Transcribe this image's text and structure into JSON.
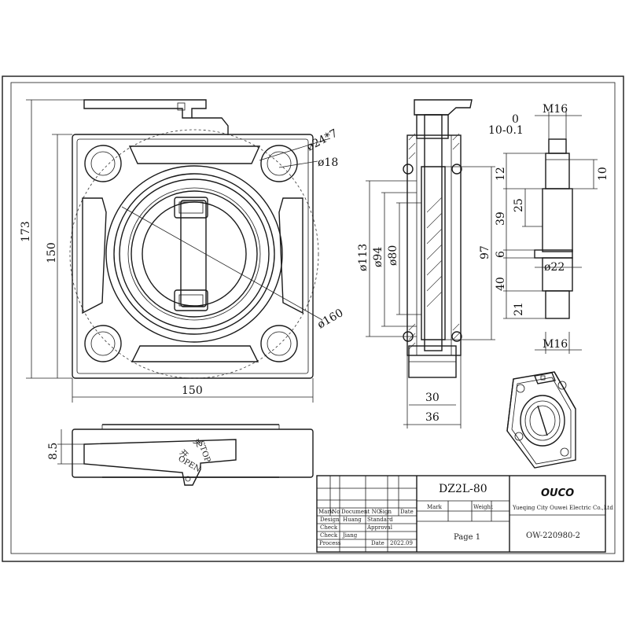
{
  "dimensions": {
    "front_height_overall": "173",
    "front_height_inner": "150",
    "front_width": "150",
    "bolt_holes": "ø24*7",
    "hole_dia": "ø18",
    "pcd": "ø160",
    "side_d113": "ø113",
    "side_d94": "ø94",
    "side_d80": "ø80",
    "side_height": "97",
    "side_width_30": "30",
    "side_width_36": "36",
    "bottom_height": "8.5",
    "shaft_tol_top": "0",
    "shaft_tol_bottom": "10-0.1",
    "shaft_thread_top": "M16",
    "shaft_thread_bottom": "M16",
    "shaft_10": "10",
    "shaft_12": "12",
    "shaft_25": "25",
    "shaft_39": "39",
    "shaft_6": "6",
    "shaft_d22": "ø22",
    "shaft_40": "40",
    "shaft_21": "21"
  },
  "handle_labels": {
    "open_cn": "开",
    "open_en": "OPEN",
    "stop_cn": "关",
    "stop_en": "STOP"
  },
  "title_block": {
    "model": "DZ2L-80",
    "company_logo": "OUCO",
    "company_name": "Yueqing City Ouwei Electric Co.,Ltd",
    "drawing_no": "OW-220980-2",
    "page": "Page  1",
    "mark_label": "Mark",
    "weight_label": "Weight",
    "header_mark": "Mark",
    "header_no": "No",
    "header_document": "Document NO",
    "header_sign": "Sign",
    "header_date": "Date",
    "row_design": "Design",
    "design_name": "Huang",
    "row_standard": "Standard",
    "row_check1": "Check",
    "row_approval": "Approval",
    "row_check2": "Check",
    "check_name": "Jiang",
    "row_process": "Process",
    "row_date": "Date",
    "date_value": "2022.09"
  }
}
